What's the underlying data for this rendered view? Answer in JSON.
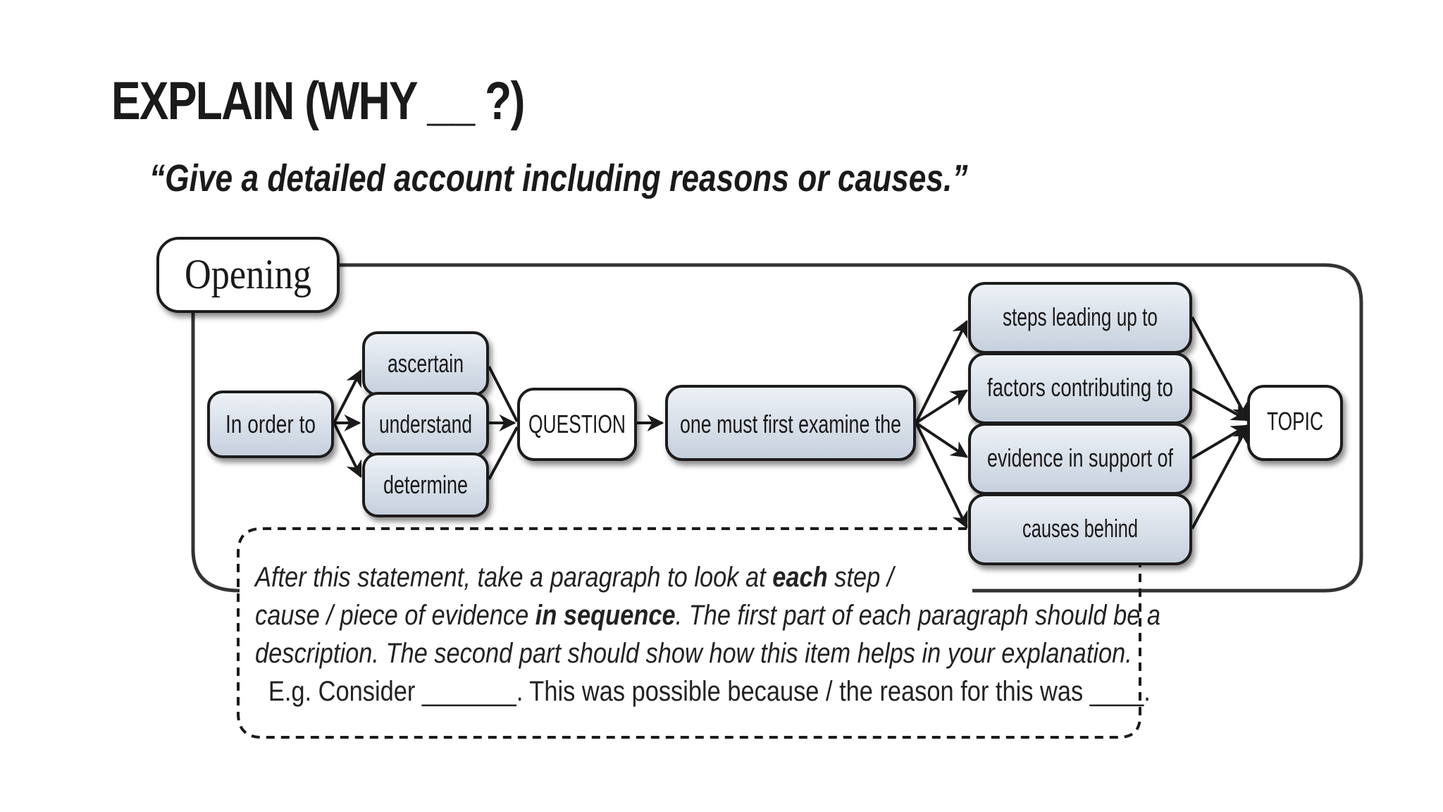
{
  "title": "EXPLAIN  (WHY __ ?)",
  "subtitle": "“Give a detailed account including reasons or causes.”",
  "opening_label": "Opening",
  "nodes": {
    "in_order_to": "In order to",
    "ascertain": "ascertain",
    "understand": "understand",
    "determine": "determine",
    "question": "QUESTION",
    "examine": "one must first examine the",
    "steps": "steps leading up to",
    "factors": "factors contributing to",
    "evidence": "evidence in support of",
    "causes": "causes behind",
    "topic": "TOPIC"
  },
  "note": {
    "l1_a": "After this statement, take a paragraph to look at ",
    "l1_b": "each",
    "l1_c": " step /",
    "l2_a": "cause / piece of evidence ",
    "l2_b": "in sequence",
    "l2_c": ". The first part of each paragraph should be a",
    "l3": "description. The second part should show how this item helps in your explanation.",
    "eg": "E.g. Consider _______. This was possible because / the reason for this was ____."
  },
  "colors": {
    "node_fill_top": "#eef2f7",
    "node_fill_bottom": "#c9d3df",
    "stroke": "#1a1a1a"
  }
}
